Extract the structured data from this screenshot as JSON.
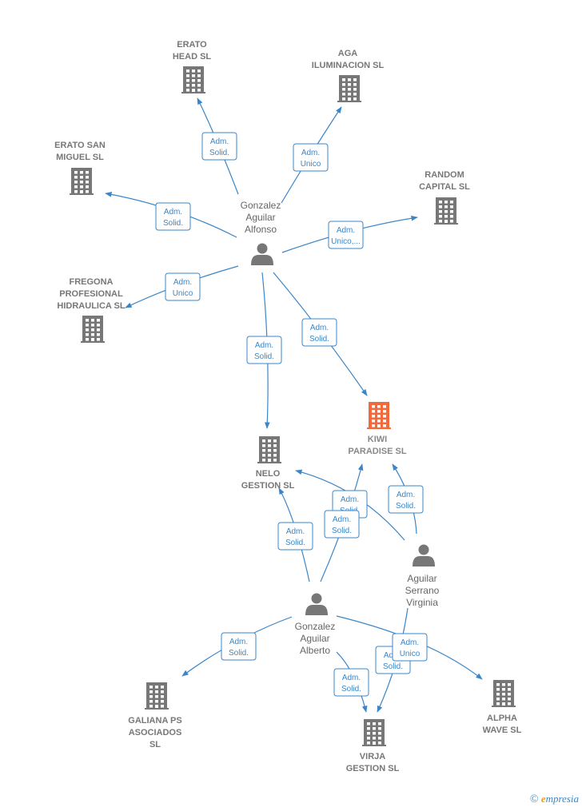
{
  "colors": {
    "edge": "#3a86c8",
    "node": "#777777",
    "focus": "#f26a3c"
  },
  "companies": [
    {
      "id": "erato-head",
      "lines": [
        "ERATO",
        "HEAD SL"
      ],
      "icon": "building-icon"
    },
    {
      "id": "aga",
      "lines": [
        "AGA",
        "ILUMINACION SL"
      ],
      "icon": "building-icon"
    },
    {
      "id": "erato-san-miguel",
      "lines": [
        "ERATO SAN",
        "MIGUEL SL"
      ],
      "icon": "building-icon"
    },
    {
      "id": "random",
      "lines": [
        "RANDOM",
        "CAPITAL  SL"
      ],
      "icon": "building-icon"
    },
    {
      "id": "fregona",
      "lines": [
        "FREGONA",
        "PROFESIONAL",
        "HIDRAULICA SL"
      ],
      "icon": "building-icon"
    },
    {
      "id": "kiwi",
      "lines": [
        "KIWI",
        "PARADISE  SL"
      ],
      "icon": "building-icon",
      "focus": true
    },
    {
      "id": "nelo",
      "lines": [
        "NELO",
        "GESTION SL"
      ],
      "icon": "building-icon"
    },
    {
      "id": "galiana",
      "lines": [
        "GALIANA PS",
        "ASOCIADOS",
        "SL"
      ],
      "icon": "building-icon"
    },
    {
      "id": "virja",
      "lines": [
        "VIRJA",
        "GESTION SL"
      ],
      "icon": "building-icon"
    },
    {
      "id": "alpha",
      "lines": [
        "ALPHA",
        "WAVE  SL"
      ],
      "icon": "building-icon"
    }
  ],
  "persons": [
    {
      "id": "alfonso",
      "lines": [
        "Gonzalez",
        "Aguilar",
        "Alfonso"
      ],
      "icon": "person-icon"
    },
    {
      "id": "virginia",
      "lines": [
        "Aguilar",
        "Serrano",
        "Virginia"
      ],
      "icon": "person-icon"
    },
    {
      "id": "alberto",
      "lines": [
        "Gonzalez",
        "Aguilar",
        "Alberto"
      ],
      "icon": "person-icon"
    }
  ],
  "edges": [
    {
      "from": "alfonso",
      "to": "erato-head",
      "label": [
        "Adm.",
        "Solid."
      ]
    },
    {
      "from": "alfonso",
      "to": "aga",
      "label": [
        "Adm.",
        "Unico"
      ]
    },
    {
      "from": "alfonso",
      "to": "erato-san-miguel",
      "label": [
        "Adm.",
        "Solid."
      ]
    },
    {
      "from": "alfonso",
      "to": "random",
      "label": [
        "Adm.",
        "Unico,..."
      ]
    },
    {
      "from": "alfonso",
      "to": "fregona",
      "label": [
        "Adm.",
        "Unico"
      ]
    },
    {
      "from": "alfonso",
      "to": "nelo",
      "label": [
        "Adm.",
        "Solid."
      ]
    },
    {
      "from": "alfonso",
      "to": "kiwi",
      "label": [
        "Adm.",
        "Solid."
      ]
    },
    {
      "from": "virginia",
      "to": "nelo",
      "label": [
        "Adm.",
        "Solid."
      ]
    },
    {
      "from": "virginia",
      "to": "kiwi",
      "label": [
        "Adm.",
        "Solid."
      ]
    },
    {
      "from": "alberto",
      "to": "nelo",
      "label": [
        "Adm.",
        "Solid."
      ]
    },
    {
      "from": "alberto",
      "to": "kiwi",
      "label": [
        "Adm.",
        "Solid."
      ]
    },
    {
      "from": "alberto",
      "to": "galiana",
      "label": [
        "Adm.",
        "Solid."
      ]
    },
    {
      "from": "alberto",
      "to": "virja",
      "label": [
        "Adm.",
        "Solid."
      ]
    },
    {
      "from": "virginia",
      "to": "virja",
      "label": [
        "Adm.",
        "Solid."
      ]
    },
    {
      "from": "alberto",
      "to": "alpha",
      "label": [
        "Adm.",
        "Unico"
      ]
    }
  ],
  "brand": {
    "symbol": "©",
    "initial": "e",
    "rest": "mpresia"
  }
}
